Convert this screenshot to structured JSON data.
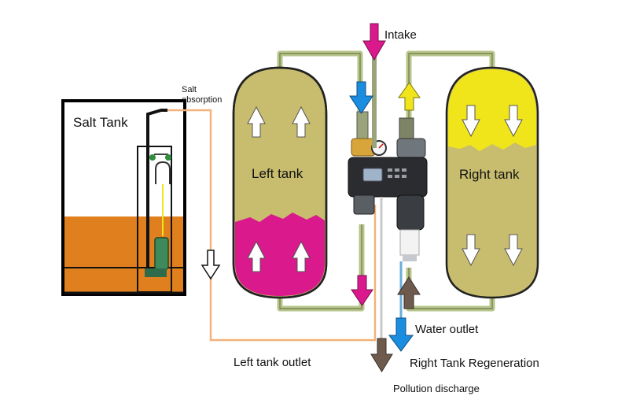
{
  "labels": {
    "salt_tank": "Salt Tank",
    "salt_absorption_line1": "Salt",
    "salt_absorption_line2": "absorption",
    "left_tank": "Left tank",
    "right_tank": "Right tank",
    "intake": "Intake",
    "water_outlet": "Water outlet",
    "left_tank_outlet": "Left tank outlet",
    "right_tank_regeneration": "Right Tank Regeneration",
    "pollution_discharge": "Pollution discharge"
  },
  "colors": {
    "tank_body": "#c8bd6e",
    "left_tank_brine": "#d9198c",
    "right_tank_top": "#f0e51a",
    "salt_brine": "#e07f1e",
    "pipe_green": "#b7c48a",
    "salt_line": "#f2b27a",
    "intake_arrow": "#d9198c",
    "water_arrow": "#1a8de0",
    "drain_arrow": "#6e5b4e",
    "valve_body": "#2a2c30"
  }
}
